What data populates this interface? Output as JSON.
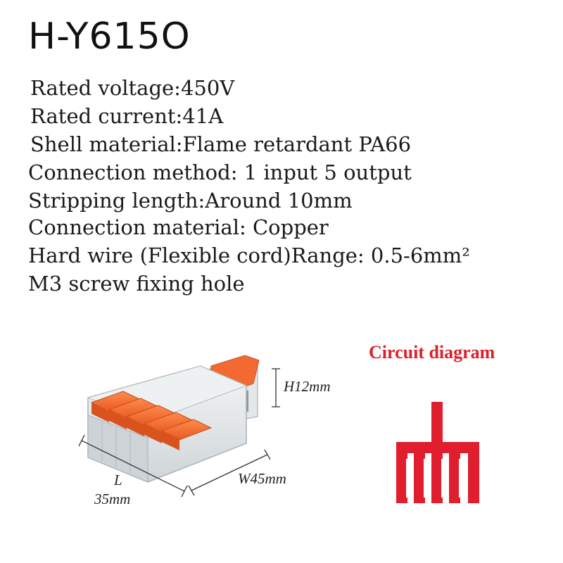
{
  "title": "H-Y615O",
  "specs": [
    "Rated voltage:450V",
    "Rated current:41A",
    "Shell material:Flame retardant PA66",
    "Connection method: 1 input 5 output",
    "Stripping length:Around 10mm",
    "Connection material: Copper",
    "Hard wire (Flexible cord)Range: 0.5-6mm²",
    "M3 screw fixing hole"
  ],
  "dimensions": {
    "height": "H12mm",
    "width": "W45mm",
    "length_label": "L",
    "length_value": "35mm"
  },
  "diagram": {
    "title": "Circuit diagram",
    "color": "#e01e2d"
  },
  "colors": {
    "lever": "#f26a32",
    "housing": "#d9dde0"
  }
}
